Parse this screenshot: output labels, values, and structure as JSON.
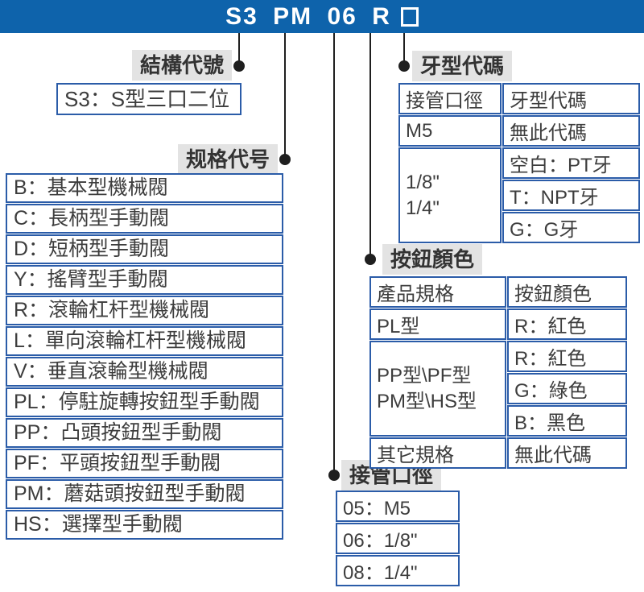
{
  "colors": {
    "banner_blue": "#0e63ab",
    "table_border_blue": "#2b5ca8",
    "label_background": "#e3e3e3",
    "text": "#3d3d3d",
    "connector": "#1f1f1f"
  },
  "title": {
    "code": "S3 PM 06 R"
  },
  "sections": {
    "structure": {
      "label": "結構代號",
      "value": "S3：S型三口二位"
    },
    "spec": {
      "label": "规格代号",
      "items": [
        "B：基本型機械閥",
        "C：長柄型手動閥",
        "D：短柄型手動閥",
        "Y：搖臂型手動閥",
        "R：滾輪杠杆型機械閥",
        "L：單向滾輪杠杆型機械閥",
        "V：垂直滾輪型機械閥",
        "PL：停駐旋轉按鈕型手動閥",
        "PP：凸頭按鈕型手動閥",
        "PF：平頭按鈕型手動閥",
        "PM：蘑菇頭按鈕型手動閥",
        "HS：選擇型手動閥"
      ]
    },
    "thread": {
      "label": "牙型代碼",
      "headers": {
        "c1": "接管口徑",
        "c2": "牙型代碼"
      },
      "row_m5": {
        "c1": "M5",
        "c2": "無此代碼"
      },
      "row_group": {
        "c1_line1": "1/8\"",
        "c1_line2": "1/4\"",
        "options": [
          "空白：PT牙",
          "T：NPT牙",
          "G：G牙"
        ]
      }
    },
    "button_color": {
      "label": "按鈕顏色",
      "headers": {
        "c1": "產品規格",
        "c2": "按鈕顏色"
      },
      "row_pl": {
        "c1": "PL型",
        "c2": "R：紅色"
      },
      "row_group": {
        "c1_line1": "PP型\\PF型",
        "c1_line2": "PM型\\HS型",
        "options": [
          "R：紅色",
          "G：綠色",
          "B：黑色"
        ]
      },
      "row_other": {
        "c1": "其它規格",
        "c2": "無此代碼"
      }
    },
    "port": {
      "label": "接管口徑",
      "items": [
        "05：M5",
        "06：1/8\"",
        "08：1/4\""
      ]
    }
  }
}
